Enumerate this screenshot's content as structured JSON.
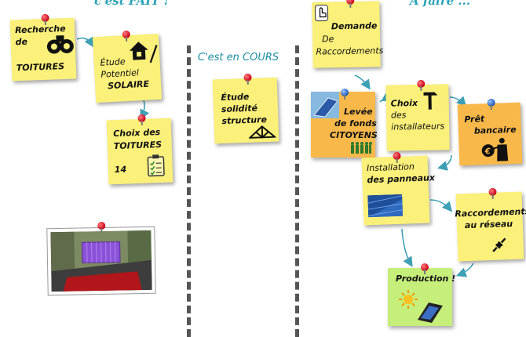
{
  "columns": {
    "done": {
      "header": "c'est FAIT !"
    },
    "in_progress": {
      "header": "C'est en COURS"
    },
    "todo": {
      "header": "A faire ..."
    }
  },
  "notes": {
    "recherche": {
      "line1": "Recherche",
      "line2": "de",
      "line3": "TOITURES"
    },
    "etude_potentiel": {
      "line1": "Étude",
      "line2": "Potentiel",
      "line3": "SOLAIRE"
    },
    "choix_toitures": {
      "line1": "Choix des",
      "line2": "TOITURES",
      "count": "14"
    },
    "etude_solidite": {
      "line1": "Étude",
      "line2": "solidité",
      "line3": "structure"
    },
    "demande": {
      "line1": "Demande",
      "line2": "De",
      "line3": "Raccordements"
    },
    "levee": {
      "line1": "Levée",
      "line2": "de fonds",
      "line3": "CITOYENS"
    },
    "choix_installateurs": {
      "line1": "Choix",
      "line2": "des",
      "line3": "installateurs"
    },
    "pret": {
      "line1": "Prêt",
      "line2": "bancaire"
    },
    "installation": {
      "line1": "Installation",
      "line2": "des panneaux"
    },
    "raccordements": {
      "line1": "Raccordements",
      "line2": "au réseau"
    },
    "production": {
      "line1": "Production !"
    }
  },
  "colors": {
    "note_yellow": "#fbf07a",
    "note_orange": "#f9b94a",
    "note_green": "#c6ee7a",
    "header_teal": "#2aa3b8",
    "arrow": "#3ea0b5"
  }
}
